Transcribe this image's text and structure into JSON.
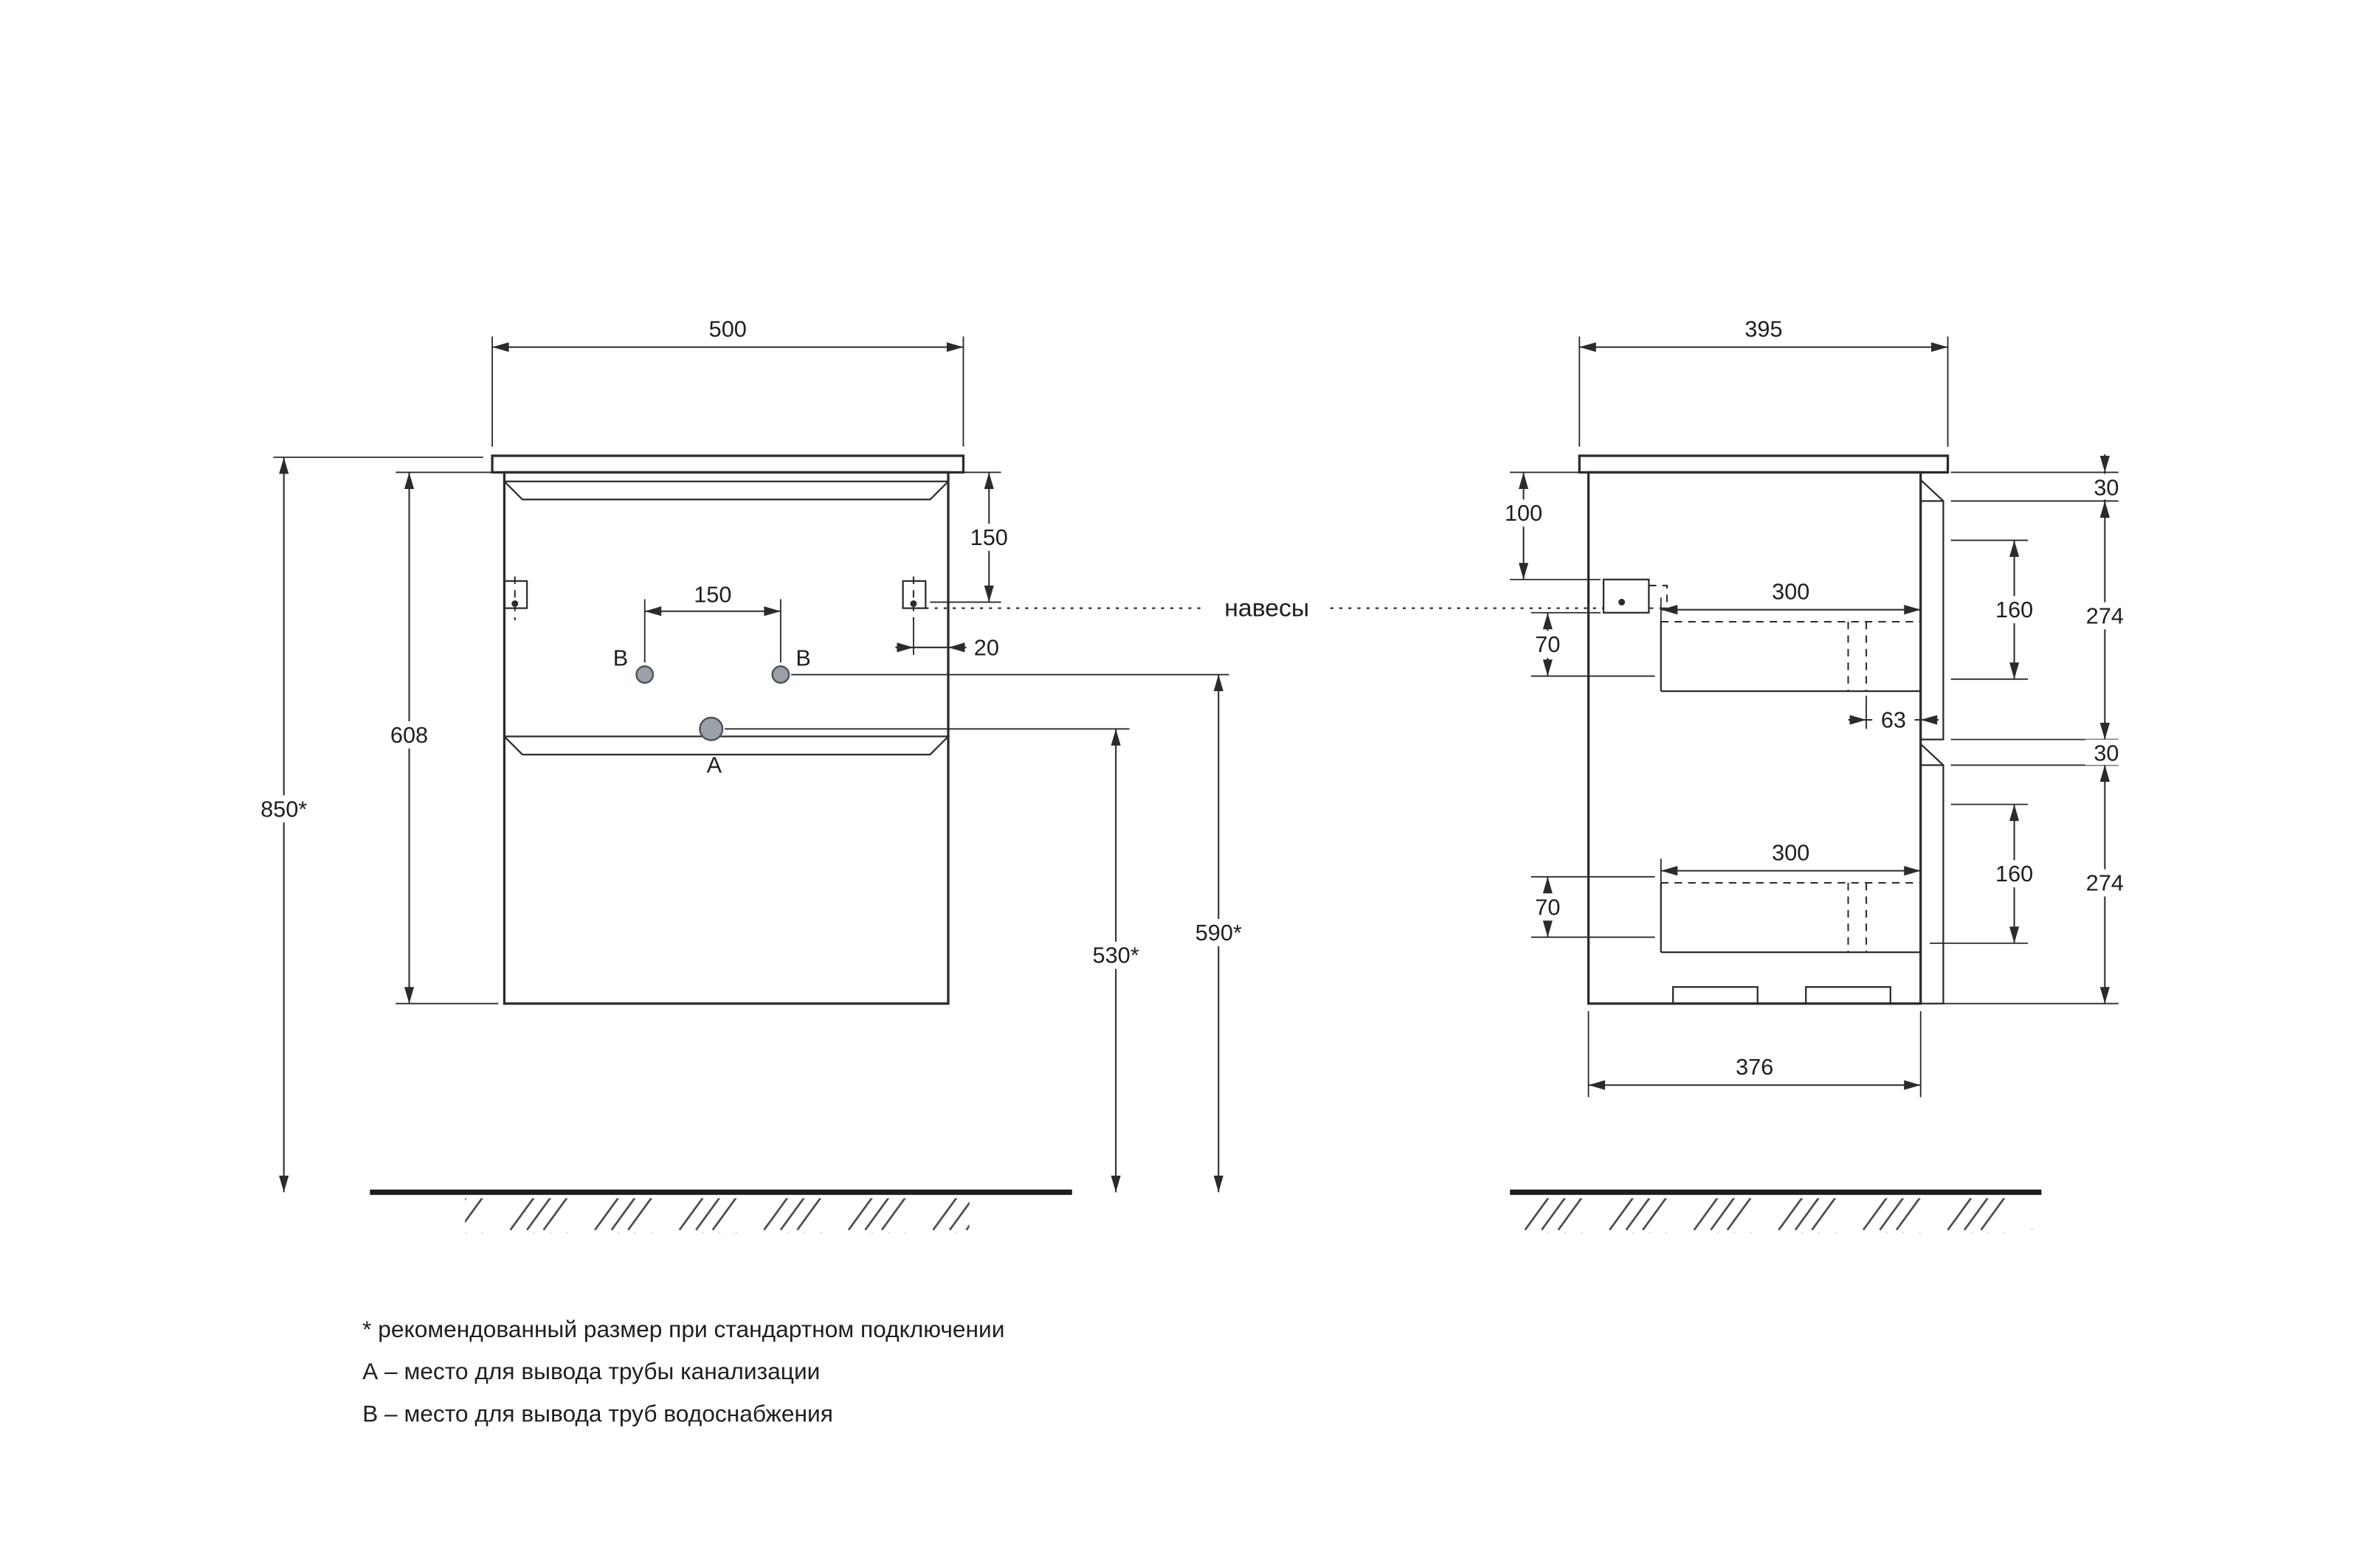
{
  "front": {
    "width": "500",
    "overall_height": "850*",
    "cabinet_height": "608",
    "hanger_from_top": "150",
    "water_spacing": "150",
    "hanger_inset": "20",
    "water_height": "590*",
    "drain_height": "530*",
    "label_a": "А",
    "label_b_left": "В",
    "label_b_right": "В"
  },
  "side": {
    "depth": "395",
    "hanger_from_top": "100",
    "top_gap_upper": "30",
    "front_height_upper": "274",
    "inner_height_upper": "160",
    "drawer_depth_upper": "300",
    "clearance_upper": "70",
    "slide_offset": "63",
    "top_gap_lower": "30",
    "front_height_lower": "274",
    "inner_height_lower": "160",
    "drawer_depth_lower": "300",
    "clearance_lower": "70",
    "base_depth": "376"
  },
  "annotations": {
    "hangers": "навесы"
  },
  "notes": {
    "recommended": "* рекомендованный размер при стандартном подключении",
    "a": "А – место для вывода трубы канализации",
    "b": "В – место для вывода труб водоснабжения"
  }
}
